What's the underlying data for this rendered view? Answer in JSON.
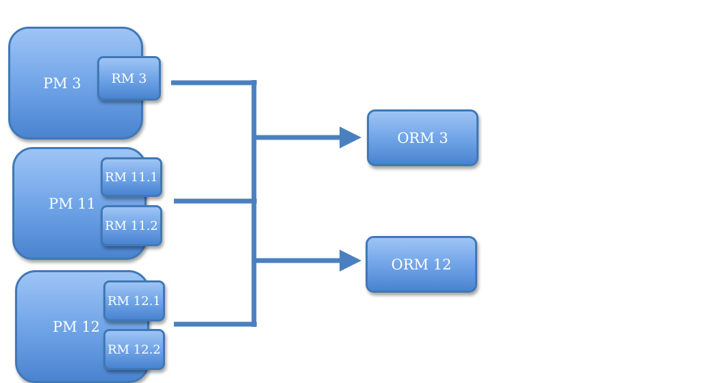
{
  "diagram": {
    "nodes": {
      "pm3": "PM 3",
      "rm3": "RM 3",
      "pm11": "PM 11",
      "rm11_1": "RM 11.1",
      "rm11_2": "RM 11.2",
      "pm12": "PM 12",
      "rm12_1": "RM 12.1",
      "rm12_2": "RM 12.2",
      "orm3": "ORM 3",
      "orm12": "ORM 12"
    },
    "edges": [
      {
        "from": "rm3",
        "to": "orm3"
      },
      {
        "from": "rm3",
        "to": "orm12"
      },
      {
        "from": "pm11",
        "to": "orm3"
      },
      {
        "from": "pm11",
        "to": "orm12"
      },
      {
        "from": "pm12",
        "to": "orm3"
      },
      {
        "from": "pm12",
        "to": "orm12"
      }
    ],
    "colors": {
      "box_border": "#3f78b5",
      "box_fill_top": "#9ec4f5",
      "box_fill_bottom": "#4a83cf",
      "connector": "#4a80bf",
      "text": "#ffffff"
    }
  }
}
